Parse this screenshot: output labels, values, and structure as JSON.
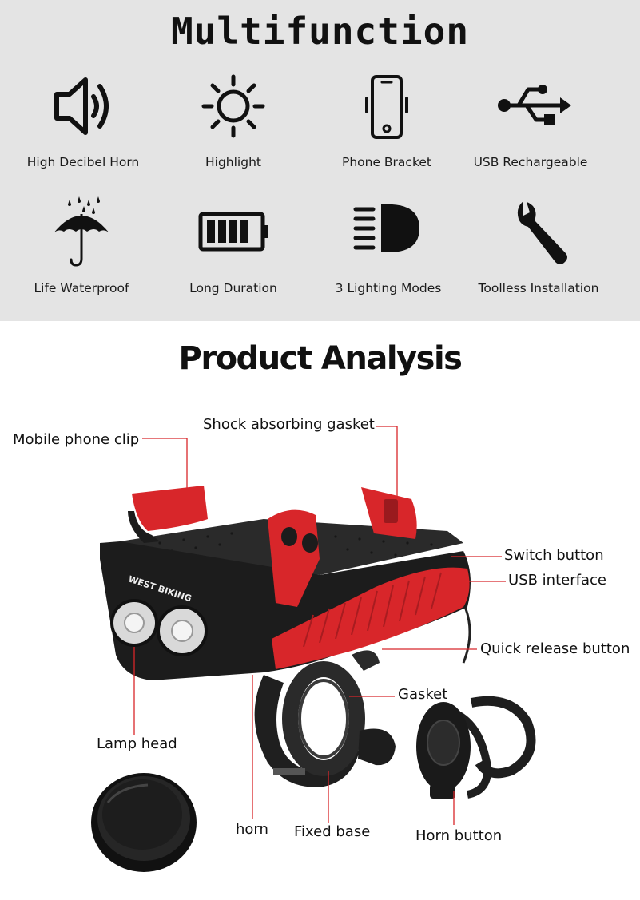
{
  "top": {
    "title": "Multifunction",
    "features": [
      {
        "label": "High Decibel Horn",
        "icon": "speaker-icon"
      },
      {
        "label": "Highlight",
        "icon": "sun-icon"
      },
      {
        "label": "Phone Bracket",
        "icon": "phone-icon"
      },
      {
        "label": "USB Rechargeable",
        "icon": "usb-icon"
      },
      {
        "label": "Life Waterproof",
        "icon": "umbrella-icon"
      },
      {
        "label": "Long Duration",
        "icon": "battery-icon"
      },
      {
        "label": "3 Lighting Modes",
        "icon": "headlight-icon"
      },
      {
        "label": "Toolless Installation",
        "icon": "wrench-icon"
      }
    ]
  },
  "analysis": {
    "title": "Product Analysis",
    "brand_logo": "WEST BIKING",
    "callouts": {
      "phone_clip": "Mobile phone clip",
      "gasket_top": "Shock absorbing gasket",
      "switch": "Switch button",
      "usb": "USB interface",
      "quick_release": "Quick release button",
      "gasket": "Gasket",
      "lamp_head": "Lamp head",
      "horn": "horn",
      "fixed_base": "Fixed base",
      "horn_button": "Horn button"
    }
  },
  "colors": {
    "top_bg": "#e4e4e4",
    "accent_red": "#d8262a",
    "callout_line": "#d8262a",
    "product_black": "#1c1c1c"
  }
}
